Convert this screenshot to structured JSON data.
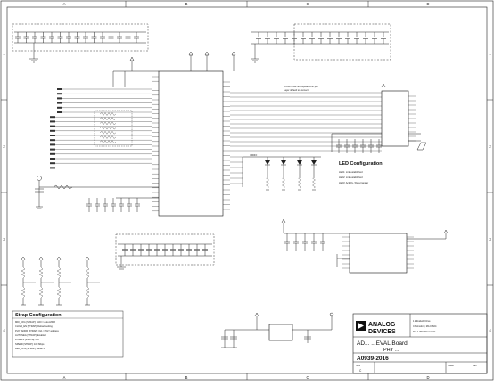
{
  "border": {
    "columns": [
      "A",
      "B",
      "C",
      "D"
    ],
    "rows": [
      "1",
      "2",
      "3",
      "4"
    ]
  },
  "led_config": {
    "title": "LED Configuration",
    "lines": [
      "LED1: Link established",
      "LED2: Link established",
      "LED3: Activity / Data transfer"
    ]
  },
  "strap_config": {
    "title": "Strap Configuration",
    "lines": [
      "MDI_CFG  [STRAP]:  0x00 = Auto-MDIX",
      "CLK25_EN [STRAP]:  Default setting",
      "PHY_ADDR [STRAP]:  0x1 = PHY address",
      "AUTONEG  [STRAP]:  Enabled",
      "DUPLEX   [STRAP]:  Full",
      "SPEED    [STRAP]:  100 Mbps",
      "LED_CFG  [STRAP]:  Mode 1"
    ]
  },
  "title_block": {
    "company_line1": "ANALOG",
    "company_line2": "DEVICES",
    "address": [
      "1 Elizabeth Drive",
      "Chelmsford, MA 01824",
      "PH: 1-800-ANALOGD"
    ],
    "board_title": "AD... ...EVAL Board",
    "subtitle": "PHY ...",
    "doc_number": "A0939-2016",
    "size_label": "Size",
    "size_value": "C",
    "sheet_label": "Sheet",
    "rev_label": "Rev"
  },
  "icons": {
    "logo": "analog-devices-logo-icon"
  }
}
